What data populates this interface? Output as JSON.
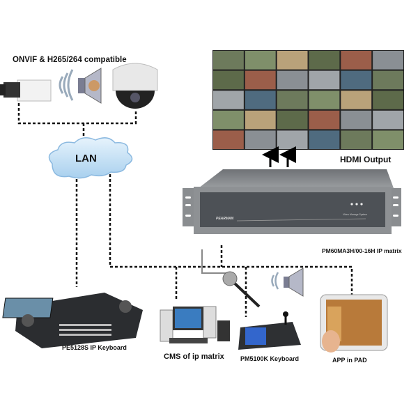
{
  "labels": {
    "cameras": "ONVIF & H265/264 compatible",
    "lan": "LAN",
    "hdmi": "HDMI Output",
    "matrix": "PM60MA3H/00-16H IP matrix",
    "ip_keyboard": "PE5128S IP Keyboard",
    "cms": "CMS of ip matrix",
    "pm_keyboard": "PM5100K Keyboard",
    "pad": "APP in PAD"
  },
  "matrix_brand": "PEARMAN",
  "matrix_caption": "Video Manage System",
  "colors": {
    "cloud": "#cfe6f7",
    "chassis": "#8a8d90",
    "front": "#4d5156",
    "line": "#111111"
  }
}
